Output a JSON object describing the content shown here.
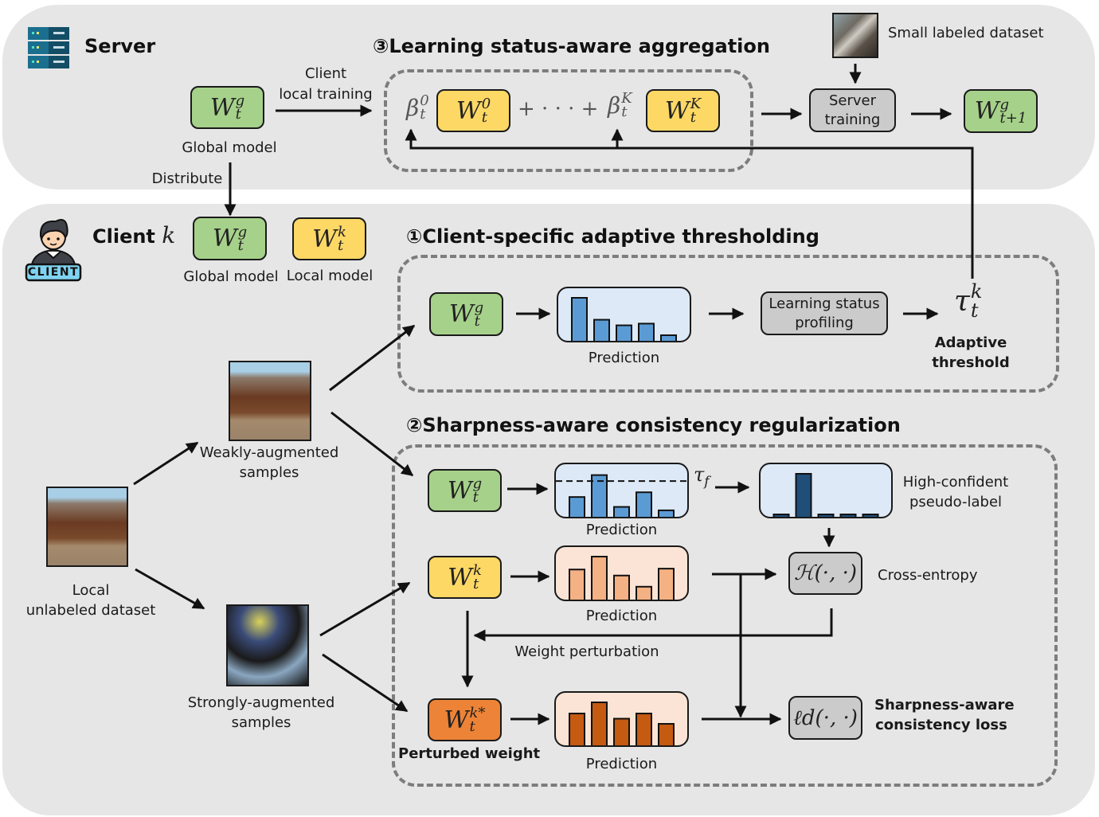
{
  "server": {
    "title": "Server",
    "global_model_label": "Global model",
    "client_training_label_1": "Client",
    "client_training_label_2": "local training",
    "distribute_label": "Distribute",
    "small_dataset_label": "Small labeled dataset",
    "server_training_1": "Server",
    "server_training_2": "training",
    "aggregation_title": "Learning status-aware aggregation",
    "aggregation_num": "③",
    "w_global": {
      "base": "W",
      "sup": "g",
      "sub": "t"
    },
    "w_next": {
      "base": "W",
      "sup": "g",
      "sub": "t+1"
    },
    "w_0": {
      "base": "W",
      "sup": "0",
      "sub": "t"
    },
    "w_K": {
      "base": "W",
      "sup": "K",
      "sub": "t"
    },
    "beta_0": {
      "base": "β",
      "sup": "0",
      "sub": "t"
    },
    "beta_K": {
      "base": "β",
      "sup": "K",
      "sub": "t"
    },
    "plus_dots": "+ · · · +"
  },
  "client": {
    "title": "Client",
    "title_var": "k",
    "badge": "CLIENT",
    "global_model_label": "Global model",
    "local_model_label": "Local model",
    "w_global": {
      "base": "W",
      "sup": "g",
      "sub": "t"
    },
    "w_local": {
      "base": "W",
      "sup": "k",
      "sub": "t"
    },
    "local_dataset_1": "Local",
    "local_dataset_2": "unlabeled dataset",
    "weak_1": "Weakly-augmented",
    "weak_2": "samples",
    "strong_1": "Strongly-augmented",
    "strong_2": "samples"
  },
  "section1": {
    "num": "①",
    "title": "Client-specific adaptive thresholding",
    "w": {
      "base": "W",
      "sup": "g",
      "sub": "t"
    },
    "prediction_label": "Prediction",
    "profiling_1": "Learning status",
    "profiling_2": "profiling",
    "tau": {
      "base": "τ",
      "sup": "k",
      "sub": "t"
    },
    "adaptive_1": "Adaptive",
    "adaptive_2": "threshold",
    "bars": [
      1.0,
      0.49,
      0.36,
      0.4,
      0.13
    ],
    "bar_color": "#5b9bd5"
  },
  "section2": {
    "num": "②",
    "title": "Sharpness-aware consistency regularization",
    "w_global": {
      "base": "W",
      "sup": "g",
      "sub": "t"
    },
    "w_local": {
      "base": "W",
      "sup": "k",
      "sub": "t"
    },
    "w_pert": {
      "base": "W",
      "sup": "k*",
      "sub": "t"
    },
    "tau_f": {
      "base": "τ",
      "sub": "f"
    },
    "prediction_label": "Prediction",
    "pseudo_1": "High-confident",
    "pseudo_2": "pseudo-label",
    "ce_fn": "ℋ(·, ·)",
    "ce_label": "Cross-entropy",
    "weight_perturbation": "Weight perturbation",
    "perturbed_weight": "Perturbed weight",
    "ld_fn": "ℓd(·, ·)",
    "loss_1": "Sharpness-aware",
    "loss_2": "consistency loss",
    "bars_weak": [
      0.46,
      0.97,
      0.23,
      0.57,
      0.15
    ],
    "threshold": 0.83,
    "bars_pseudo": [
      0.03,
      1.0,
      0.03,
      0.03,
      0.03
    ],
    "bars_local": [
      0.7,
      1.0,
      0.56,
      0.3,
      0.72
    ],
    "bars_pert": [
      0.74,
      1.0,
      0.62,
      0.74,
      0.5
    ],
    "colors": {
      "blue": "#5b9bd5",
      "navy": "#1f4e79",
      "peach": "#f4b183",
      "rust": "#c55a11"
    }
  },
  "colors": {
    "green": "#a6d18a",
    "yellow": "#fdd865",
    "orange": "#ed8336",
    "grey": "#cbcbcb",
    "panel": "#e6e6e6",
    "dash": "#7d7d7d"
  }
}
